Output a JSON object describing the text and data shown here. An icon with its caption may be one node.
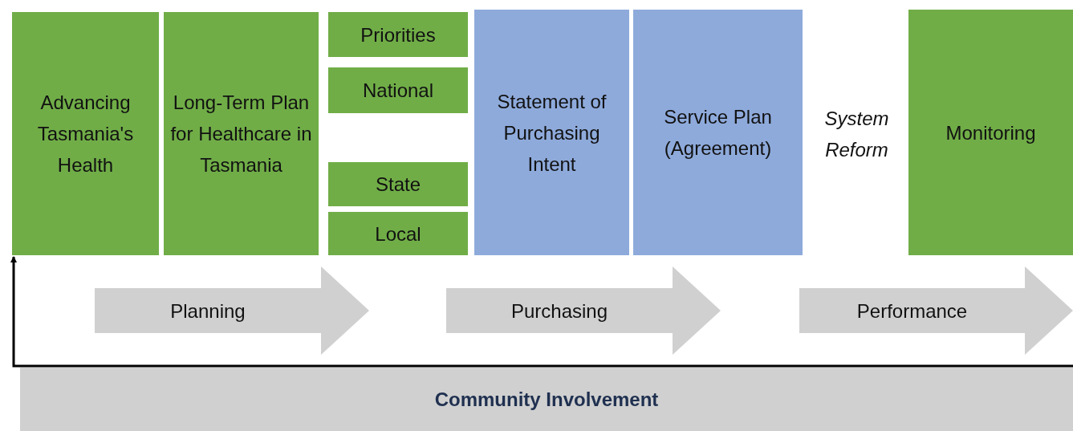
{
  "diagram": {
    "nodes": [
      {
        "text": [
          "Advancing Tasmania's Health"
        ]
      },
      {
        "text": [
          "Long-Term Plan for Healthcare in Tasmania"
        ]
      },
      {
        "text": [
          "Priorities"
        ]
      },
      {
        "text": [
          "National"
        ]
      },
      {
        "text": [
          "State"
        ]
      },
      {
        "text": [
          "Local"
        ]
      },
      {
        "text": [
          "Statement of Purchasing Intent"
        ]
      },
      {
        "text": [
          "Service Plan (Agreement)"
        ]
      },
      {
        "text": [
          "Monitoring"
        ]
      },
      {
        "text": [
          "Planning"
        ]
      },
      {
        "text": [
          "Purchasing"
        ]
      },
      {
        "text": [
          "Performance"
        ]
      },
      {
        "text": [
          "Community Involvement"
        ]
      }
    ],
    "edges": [
      {
        "from": 12,
        "to": 0,
        "arrow": "to"
      }
    ],
    "labels": [
      "System Reform"
    ]
  }
}
